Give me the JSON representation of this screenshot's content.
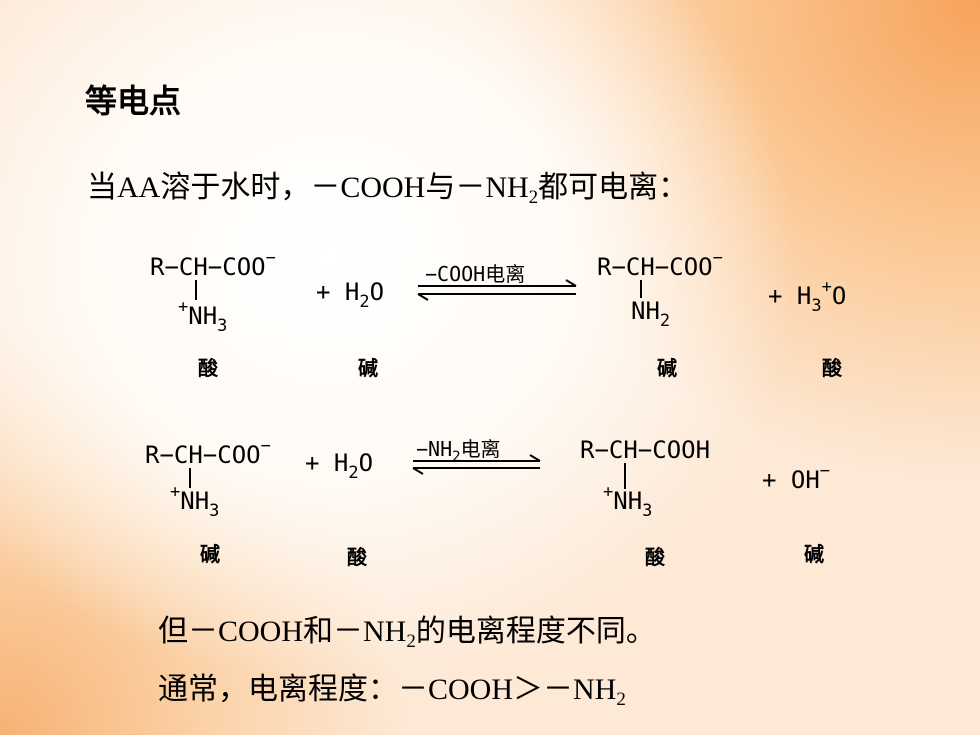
{
  "slide": {
    "title": "等电点",
    "intro": {
      "before": "当AA溶于水时，－COOH与－NH",
      "sub": "2",
      "after": "都可电离："
    }
  },
  "reaction1": {
    "reactant": {
      "main": "R−CH−COO",
      "charge": "−",
      "plus": "+",
      "nh": "NH",
      "sub": "3"
    },
    "water": {
      "plus": "+ H",
      "sub": "2",
      "o": "O"
    },
    "condition": "−COOH电离",
    "product": {
      "main": "R−CH−COO",
      "charge": "−",
      "nh": "NH",
      "sub": "2"
    },
    "byproduct": {
      "plus": "+ H",
      "sub": "3",
      "charge": "+",
      "o": "O"
    },
    "labels": [
      "酸",
      "碱",
      "碱",
      "酸"
    ]
  },
  "reaction2": {
    "reactant": {
      "main": "R−CH−COO",
      "charge": "−",
      "plus": "+",
      "nh": "NH",
      "sub": "3"
    },
    "water": {
      "plus": "+ H",
      "sub": "2",
      "o": "O"
    },
    "condition": {
      "pre": "−NH",
      "sub": "2",
      "post": "电离"
    },
    "product": {
      "main": "R−CH−COOH",
      "plus": "+",
      "nh": "NH",
      "sub": "3"
    },
    "byproduct": {
      "main": "+ OH",
      "charge": "−"
    },
    "labels": [
      "碱",
      "酸",
      "酸",
      "碱"
    ]
  },
  "notes": {
    "line1": {
      "before": "但－COOH和－NH",
      "sub": "2",
      "after": "的电离程度不同。"
    },
    "line2": {
      "before": "通常，电离程度：－COOH＞－NH",
      "sub": "2"
    }
  }
}
